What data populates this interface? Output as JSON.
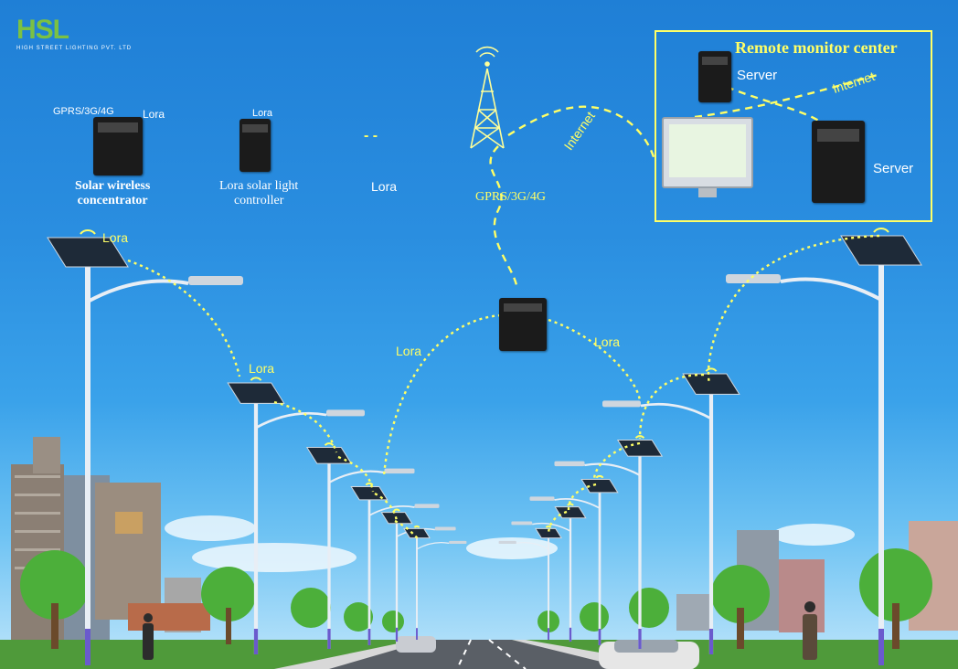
{
  "logo": {
    "name": "HSL",
    "tagline": "HIGH STREET LIGHTING PVT. LTD"
  },
  "remote_center": {
    "title": "Remote monitor center",
    "server_1": "Server",
    "server_2": "Server",
    "internet": "Internet"
  },
  "devices": {
    "concentrator_network": "GPRS/3G/4G",
    "concentrator_lora": "Lora",
    "concentrator_label": "Solar wireless\nconcentrator",
    "controller_lora": "Lora",
    "controller_label": "Lora solar light\ncontroller",
    "dash": "- -",
    "lora": "Lora"
  },
  "links": {
    "tower_internet": "Internet",
    "gprs": "GPRS/3G/4G",
    "lora_left_pole": "Lora",
    "lora_mid_left": "Lora",
    "lora_hub_left": "Lora",
    "lora_hub_right": "Lora"
  },
  "colors": {
    "sky_top": "#1f7fd6",
    "sky_bottom": "#bfe6fb",
    "link": "#ffff66",
    "pole": "#e8eef5",
    "pole_base": "#6a5acd",
    "tree": "#4caf3a",
    "road": "#5a5f66"
  }
}
